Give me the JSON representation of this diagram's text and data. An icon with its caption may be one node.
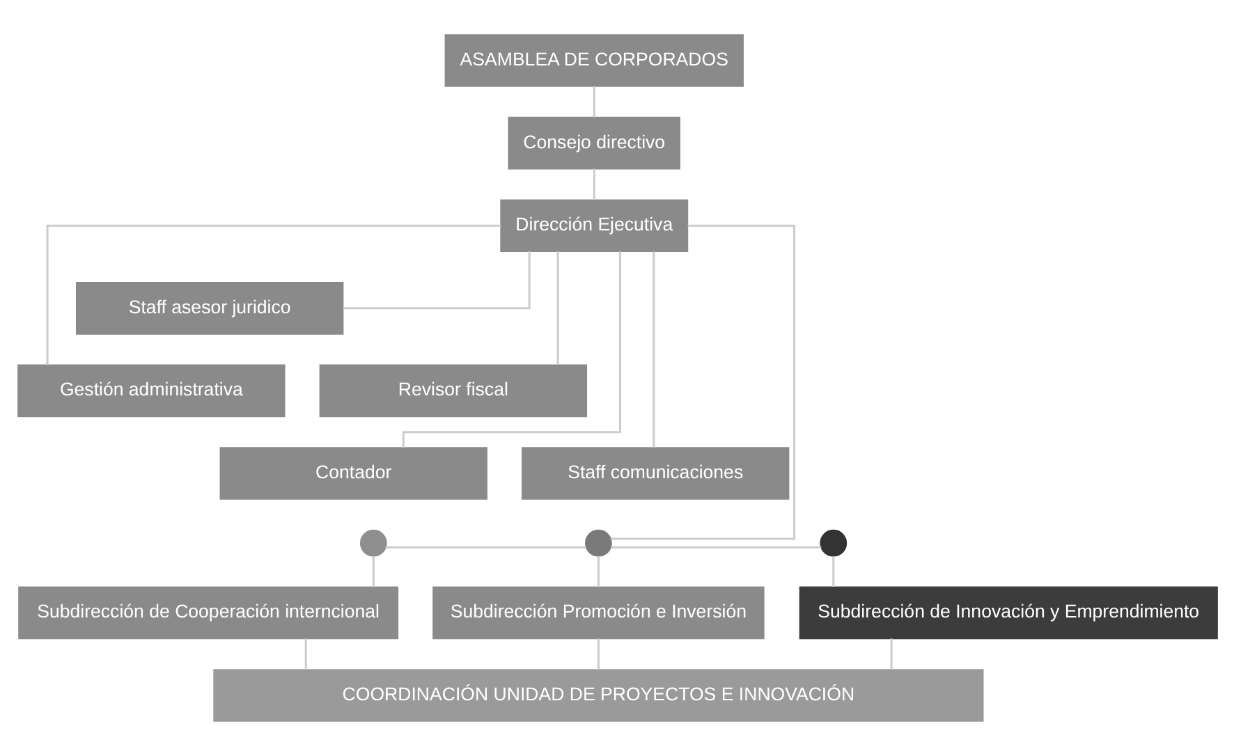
{
  "diagram": {
    "nodes": [
      {
        "text": [
          "ASAMBLEA DE CORPORADOS"
        ]
      },
      {
        "text": [
          "Consejo directivo"
        ]
      },
      {
        "text": [
          "Dirección Ejecutiva"
        ]
      },
      {
        "text": [
          "Staff asesor juridico"
        ]
      },
      {
        "text": [
          "Gestión administrativa"
        ]
      },
      {
        "text": [
          "Revisor fiscal"
        ]
      },
      {
        "text": [
          "Contador"
        ]
      },
      {
        "text": [
          "Staff comunicaciones"
        ]
      },
      {
        "text": [],
        "shape": "circle"
      },
      {
        "text": [],
        "shape": "circle"
      },
      {
        "text": [],
        "shape": "circle"
      },
      {
        "text": [
          "Subdirección de Cooperación interncional"
        ]
      },
      {
        "text": [
          "Subdirección Promoción e Inversión"
        ]
      },
      {
        "text": [
          "Subdirección de Innovación y Emprendimiento"
        ]
      },
      {
        "text": [
          "COORDINACIÓN UNIDAD DE PROYECTOS E INNOVACIÓN"
        ]
      }
    ],
    "edges": [
      {
        "from": 0,
        "to": 1,
        "arrow": "none"
      },
      {
        "from": 1,
        "to": 2,
        "arrow": "none"
      },
      {
        "from": 2,
        "to": 3,
        "arrow": "none"
      },
      {
        "from": 2,
        "to": 4,
        "arrow": "none"
      },
      {
        "from": 2,
        "to": 5,
        "arrow": "none"
      },
      {
        "from": 2,
        "to": 6,
        "arrow": "none"
      },
      {
        "from": 2,
        "to": 7,
        "arrow": "none"
      },
      {
        "from": 2,
        "to": 9,
        "arrow": "none"
      },
      {
        "from": 9,
        "to": 8,
        "arrow": "none"
      },
      {
        "from": 9,
        "to": 10,
        "arrow": "none"
      },
      {
        "from": 8,
        "to": 11,
        "arrow": "none"
      },
      {
        "from": 9,
        "to": 12,
        "arrow": "none"
      },
      {
        "from": 10,
        "to": 13,
        "arrow": "none"
      },
      {
        "from": 11,
        "to": 14,
        "arrow": "none"
      },
      {
        "from": 12,
        "to": 14,
        "arrow": "none"
      },
      {
        "from": 13,
        "to": 14,
        "arrow": "none"
      }
    ]
  }
}
